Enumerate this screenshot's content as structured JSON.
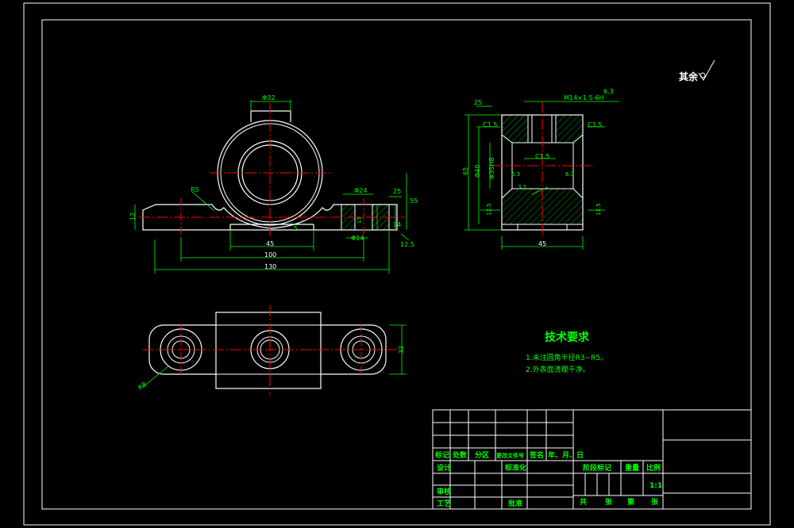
{
  "colors": {
    "background": "#000000",
    "outline": "#ffffff",
    "dimension": "#00ff00",
    "centerline": "#ff0000",
    "hatch": "#00d000",
    "text": "#00ff00"
  },
  "roughness_note": "其余",
  "front_view": {
    "dims": {
      "top_width": "Φ32",
      "radius": "R5",
      "height_left": "12",
      "hole_dia": "Φ24",
      "offset_right": "25",
      "height_right": "55",
      "inner_height": "15",
      "bottom_h": "14",
      "small_hole": "Φ14",
      "roughness_front": "12.5",
      "chamfer_label": "5",
      "width_45": "45",
      "width_100": "100",
      "width_130": "130"
    }
  },
  "side_view": {
    "dims": {
      "left_top": "25",
      "thread": "M14×1.5-6H",
      "roughness_top": "6.3",
      "chamfer_left": "C1.5",
      "chamfer_right": "C1.5",
      "chamfer_center": "C1.5",
      "total_h": "65",
      "bore": "Φ40",
      "bore_fit": "Φ35H8",
      "rough_a": "6.3",
      "rough_b": "3.2",
      "rough_c": "6.3",
      "rough_left": "12.5",
      "rough_right": "12.5",
      "width_bottom": "45"
    }
  },
  "top_view": {
    "dims": {
      "radius": "R8",
      "width_right": "32"
    }
  },
  "tech_req": {
    "title": "技术要求",
    "items": [
      "1.未注圆角半径R3~R5。",
      "2.外表面清理干净。"
    ]
  },
  "title_block": {
    "row_labels": [
      "标记",
      "处数",
      "分区",
      "更改文件号",
      "签名",
      "年、月、日"
    ],
    "design": "设计",
    "standardize": "标准化",
    "review": "审核",
    "process": "工艺",
    "approve": "批准",
    "stage_mark": "阶段标记",
    "weight": "重量",
    "scale": "比例",
    "scale_value": "1:1",
    "total": "共",
    "sheets": "张",
    "sheet_no": "第",
    "sheets2": "张"
  }
}
